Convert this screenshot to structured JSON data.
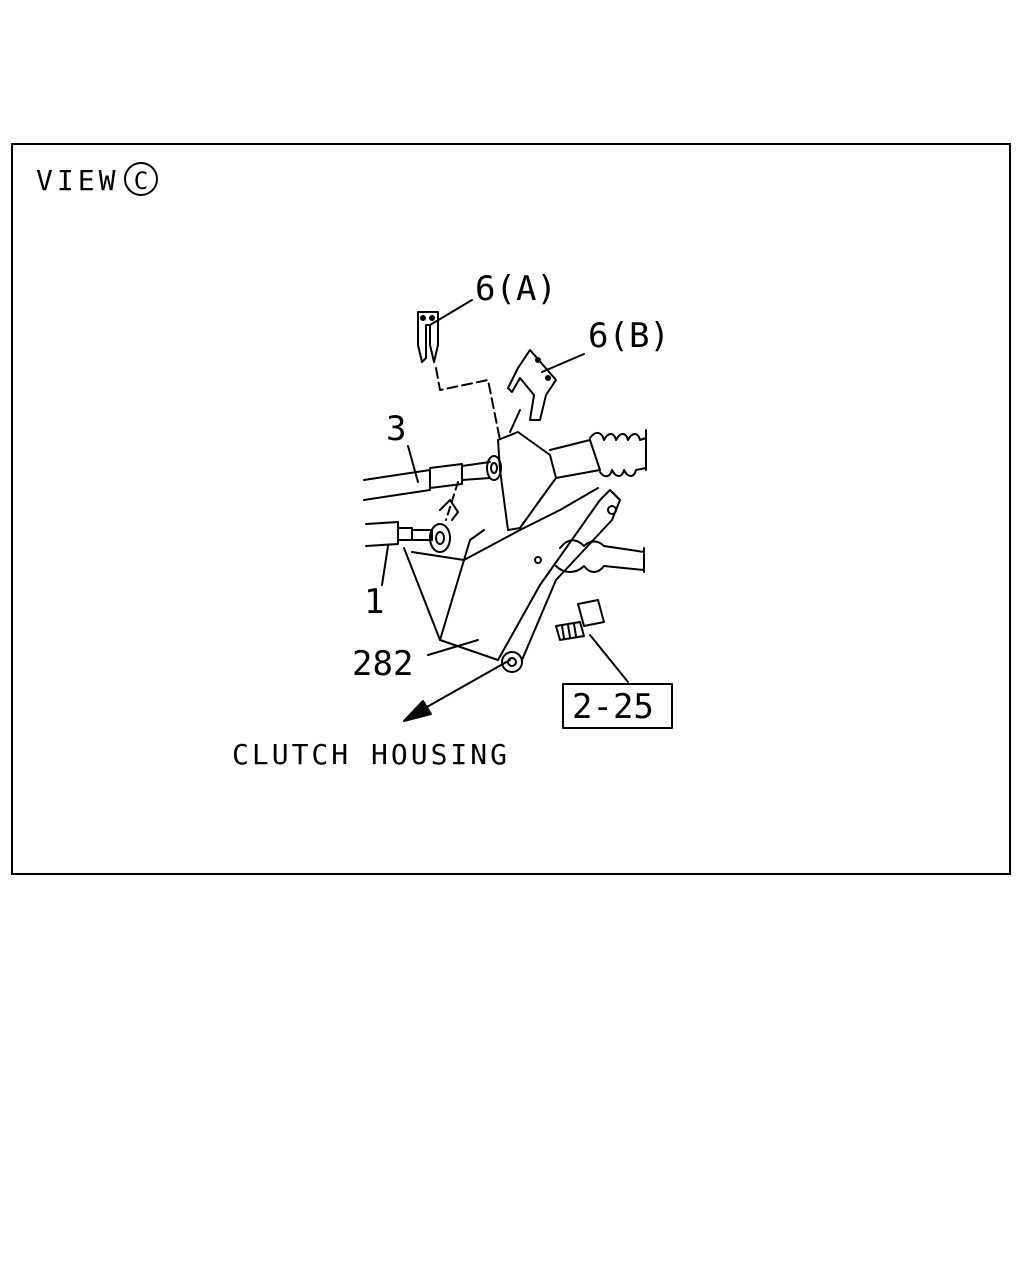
{
  "view": {
    "prefix": "VIEW",
    "letter": "C"
  },
  "callouts": {
    "part_6a": "6(A)",
    "part_6b": "6(B)",
    "part_3": "3",
    "part_1": "1",
    "part_282": "282",
    "ref_box": "2-25"
  },
  "direction": {
    "label": "CLUTCH HOUSING"
  }
}
